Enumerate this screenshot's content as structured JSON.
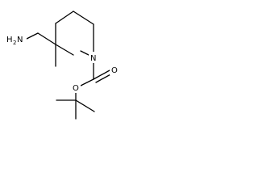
{
  "molecule": {
    "atoms": {
      "amine_n": {
        "label": "H",
        "sub": "2",
        "tail": "N"
      },
      "ring_n": {
        "label": "N"
      },
      "carbonyl_o": {
        "label": "O"
      },
      "ester_o": {
        "label": "O"
      }
    },
    "colors": {
      "bond": "#000000",
      "label": "#000000",
      "background": "#ffffff"
    }
  }
}
